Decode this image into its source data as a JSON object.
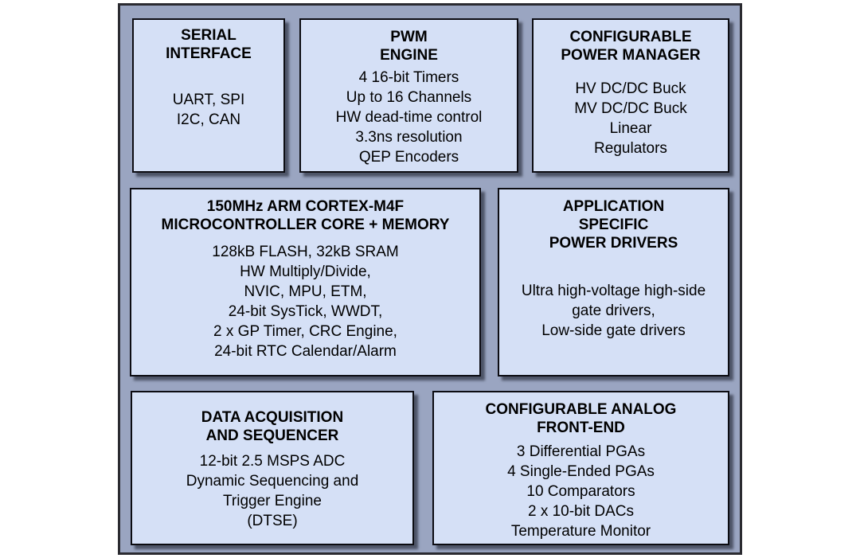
{
  "colors": {
    "canvas_bg": "#ffffff",
    "panel_bg": "#9aa5c1",
    "panel_border": "#2a2a30",
    "block_bg": "#d5e0f6",
    "block_border": "#0c0c12",
    "block_shadow": "#3c4150",
    "text": "#000000"
  },
  "diagram": {
    "blocks": [
      {
        "id": "serial-interface",
        "title_lines": [
          "SERIAL",
          "INTERFACE"
        ],
        "items": [
          "UART, SPI",
          "I2C, CAN"
        ]
      },
      {
        "id": "pwm-engine",
        "title_lines": [
          "PWM",
          "ENGINE"
        ],
        "items": [
          "4 16-bit Timers",
          "Up to 16 Channels",
          "HW dead-time control",
          "3.3ns resolution",
          "QEP Encoders"
        ]
      },
      {
        "id": "configurable-power-manager",
        "title_lines": [
          "CONFIGURABLE",
          "POWER MANAGER"
        ],
        "items": [
          "HV DC/DC Buck",
          "MV DC/DC Buck",
          "Linear",
          "Regulators"
        ]
      },
      {
        "id": "microcontroller-core-memory",
        "title_lines": [
          "150MHz ARM CORTEX-M4F",
          "MICROCONTROLLER CORE + MEMORY"
        ],
        "items": [
          "128kB FLASH, 32kB SRAM",
          "HW Multiply/Divide,",
          "NVIC, MPU, ETM,",
          "24-bit SysTick, WWDT,",
          "2 x GP Timer, CRC Engine,",
          "24-bit RTC Calendar/Alarm"
        ]
      },
      {
        "id": "application-specific-power-drivers",
        "title_lines": [
          "APPLICATION",
          "SPECIFIC",
          "POWER DRIVERS"
        ],
        "items": [
          "Ultra high-voltage high-side",
          "gate drivers,",
          "Low-side gate drivers"
        ]
      },
      {
        "id": "data-acquisition-and-sequencer",
        "title_lines": [
          "DATA ACQUISITION",
          "AND SEQUENCER"
        ],
        "items": [
          "12-bit 2.5 MSPS ADC",
          "Dynamic Sequencing and",
          "Trigger Engine",
          "(DTSE)"
        ]
      },
      {
        "id": "configurable-analog-front-end",
        "title_lines": [
          "CONFIGURABLE ANALOG",
          "FRONT-END"
        ],
        "items": [
          "3 Differential PGAs",
          "4 Single-Ended PGAs",
          "10 Comparators",
          "2 x 10-bit DACs",
          "Temperature Monitor"
        ]
      }
    ]
  }
}
